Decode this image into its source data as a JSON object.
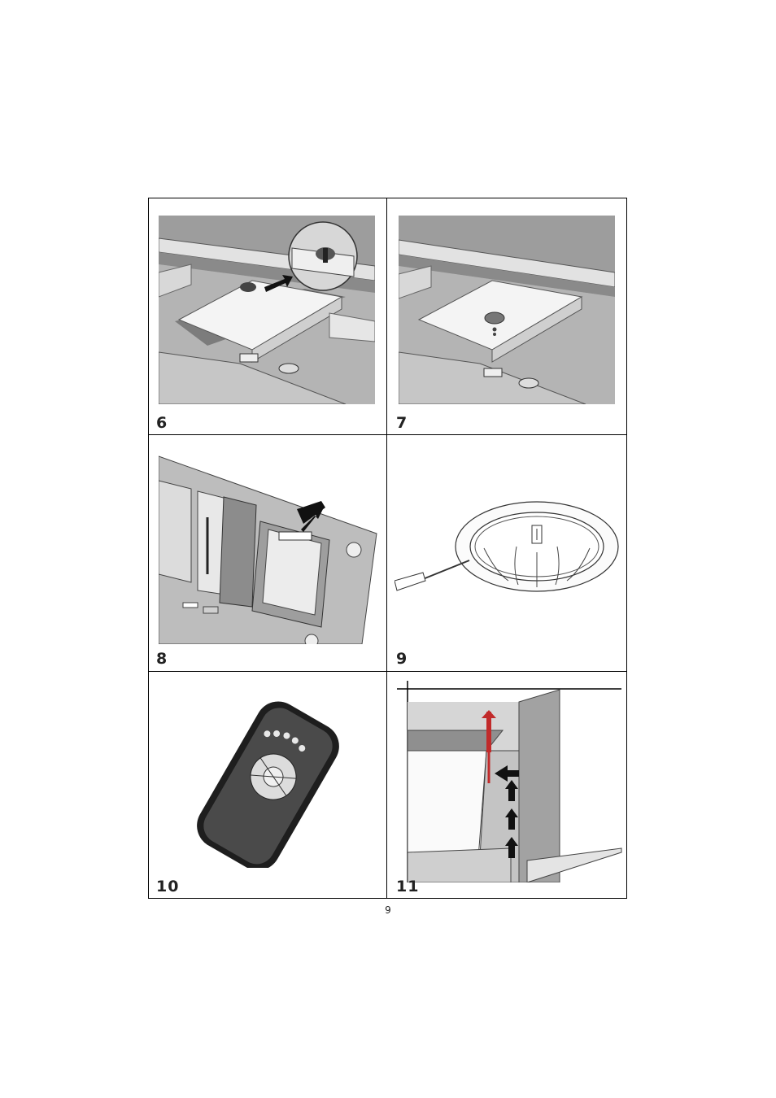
{
  "figures": [
    {
      "label": "6"
    },
    {
      "label": "7"
    },
    {
      "label": "8"
    },
    {
      "label": "9"
    },
    {
      "label": "10"
    },
    {
      "label": "11"
    }
  ],
  "page_number": "9"
}
